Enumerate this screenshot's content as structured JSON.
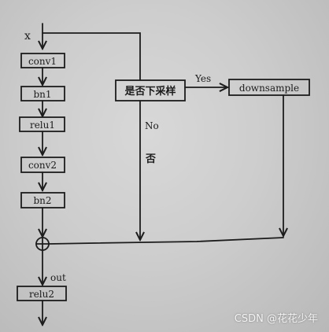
{
  "diagram": {
    "input_label": "x",
    "layers": [
      "conv1",
      "bn1",
      "relu1",
      "conv2",
      "bn2"
    ],
    "final_layer": "relu2",
    "output_label": "out",
    "decision": {
      "label": "是否下采样",
      "yes_label": "Yes",
      "no_label": "No",
      "no_note": "否"
    },
    "downsample_label": "downsample",
    "add_symbol": "+"
  },
  "watermark": "CSDN @花花少年",
  "colors": {
    "ink": "#1c1c1c",
    "paper": "#cfcfcf"
  }
}
